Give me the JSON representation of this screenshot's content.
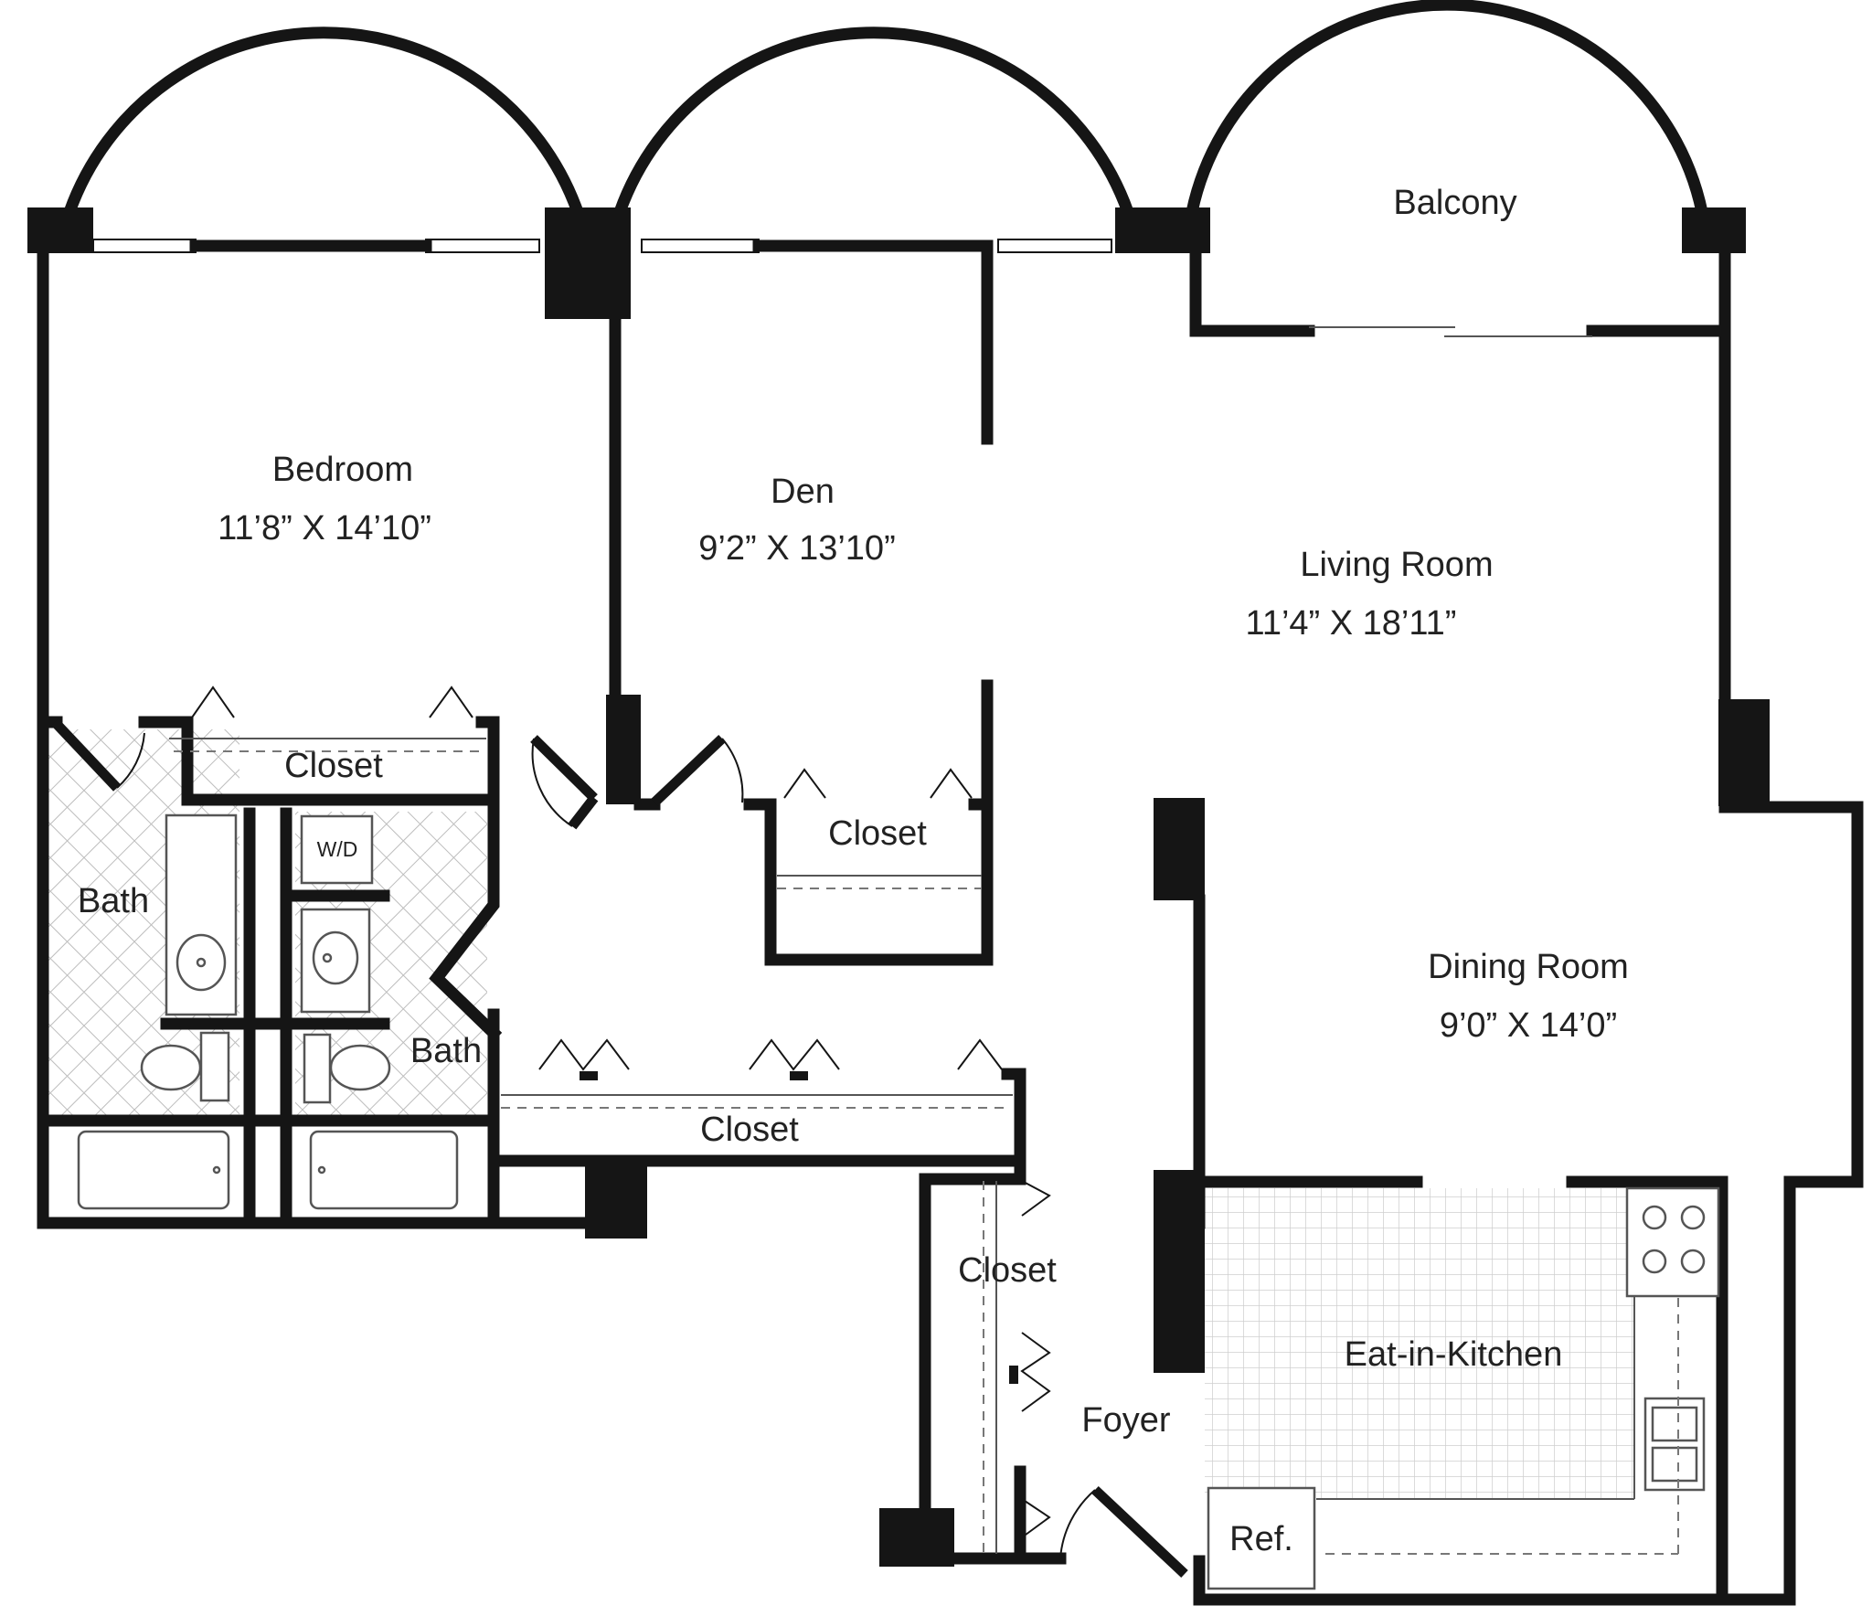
{
  "rooms": {
    "bedroom": {
      "name": "Bedroom",
      "size": "11’8” X 14’10”"
    },
    "den": {
      "name": "Den",
      "size": "9’2” X 13’10”"
    },
    "living": {
      "name": "Living Room",
      "size": "11’4” X 18’11”"
    },
    "dining": {
      "name": "Dining Room",
      "size": "9’0” X 14’0”"
    },
    "balcony": {
      "name": "Balcony"
    },
    "kitchen": {
      "name": "Eat-in-Kitchen"
    },
    "foyer": {
      "name": "Foyer"
    },
    "bath_left": {
      "name": "Bath"
    },
    "bath_right": {
      "name": "Bath"
    },
    "closet_bedroom": {
      "name": "Closet"
    },
    "closet_den": {
      "name": "Closet"
    },
    "closet_hall": {
      "name": "Closet"
    },
    "closet_foyer": {
      "name": "Closet"
    }
  },
  "fixtures": {
    "washer_dryer": "W/D",
    "refrigerator": "Ref."
  },
  "colors": {
    "wall": "#151515",
    "tile_pattern": "#bdbdbd",
    "kitchen_grid": "#cfcfcf",
    "background": "#ffffff"
  }
}
